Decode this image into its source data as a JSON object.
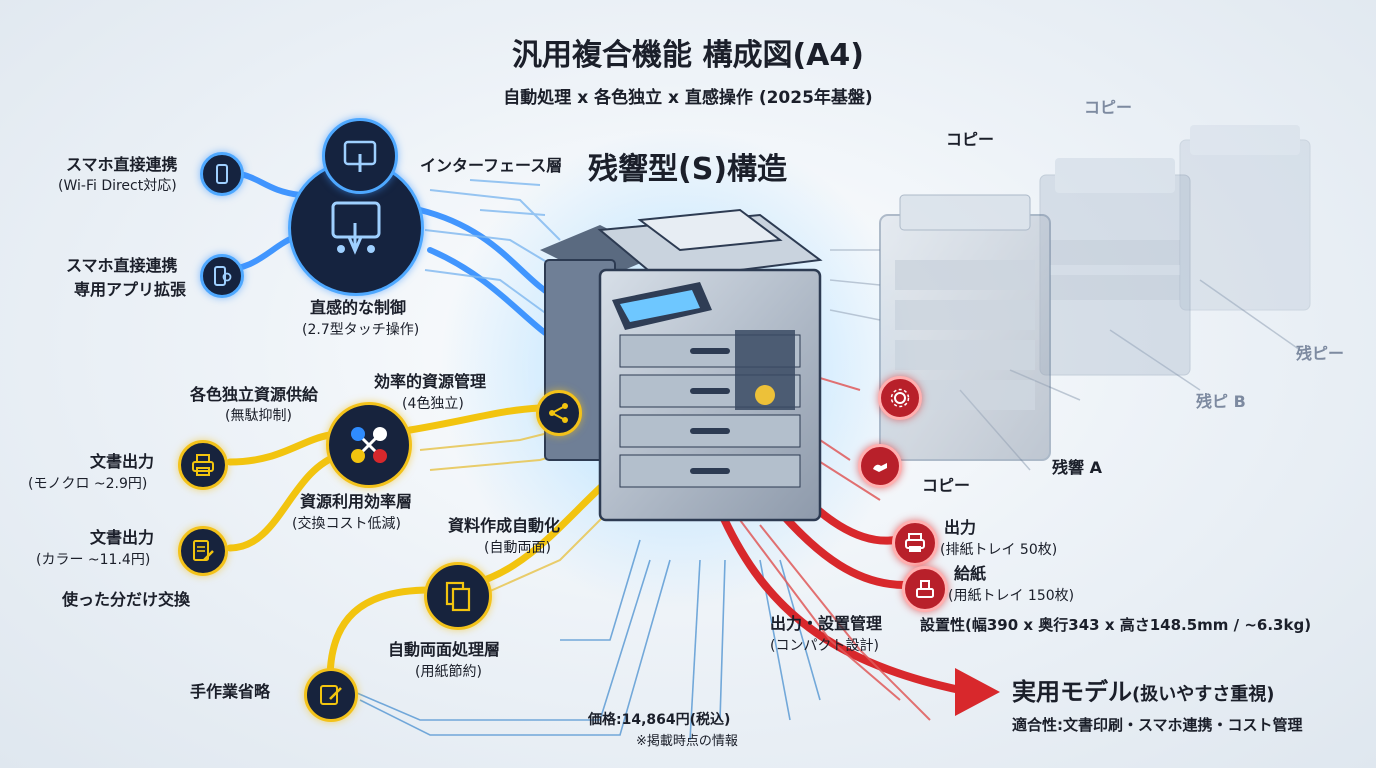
{
  "header": {
    "title": "汎用複合機能 構成図(A4)",
    "subtitle": "自動処理 x 各色独立 x 直感操作 (2025年基盤)",
    "center_title": "残響型(S)構造"
  },
  "interface_layer": {
    "label": "インターフェース層",
    "control_title": "直感的な制御",
    "control_sub": "(2.7型タッチ操作)",
    "smartphone_wifi": {
      "title": "スマホ直接連携",
      "sub": "(Wi-Fi Direct対応)"
    },
    "smartphone_app": {
      "title": "スマホ直接連携",
      "sub": "専用アプリ拡張"
    }
  },
  "resource_layer": {
    "supply_title": "各色独立資源供給",
    "supply_sub": "(無駄抑制)",
    "mgmt_title": "効率的資源管理",
    "mgmt_sub": "(4色独立)",
    "layer_title": "資源利用効率層",
    "layer_sub": "(交換コスト低減)",
    "mono": {
      "title": "文書出力",
      "sub": "(モノクロ ~2.9円)"
    },
    "color": {
      "title": "文書出力",
      "sub": "(カラー ~11.4円)"
    },
    "replace_note": "使った分だけ交換"
  },
  "auto_layer": {
    "auto_title": "資料作成自動化",
    "auto_sub": "(自動両面)",
    "duplex_title": "自動両面処理層",
    "duplex_sub": "(用紙節約)",
    "manual_label": "手作業省略"
  },
  "output_layer": {
    "copy_label": "コピー",
    "output_title": "出力",
    "output_sub": "(排紙トレイ 50枚)",
    "feed_title": "給紙",
    "feed_sub": "(用紙トレイ 150枚)",
    "mgmt_title": "出力・設置管理",
    "mgmt_sub": "(コンパクト設計)",
    "install": "設置性(幅390 x 奥行343 x 高さ148.5mm / ~6.3kg)"
  },
  "echo": {
    "copy_top": "コピー",
    "copy_mid": "コピー",
    "echo_a": "残響 A",
    "echo_b": "残ピ B",
    "echo_p": "残ピー"
  },
  "price": {
    "label": "価格:14,864円(税込)",
    "note": "※掲載時点の情報"
  },
  "model": {
    "title": "実用モデル",
    "paren": "(扱いやすさ重視)",
    "fit": "適合性:文書印刷・スマホ連携・コスト管理"
  },
  "colors": {
    "blue": "#2f8cff",
    "yellow": "#f2c40f",
    "red": "#d8282c",
    "navy": "#15233f"
  },
  "icons": [
    "smartphone-icon",
    "smartphone-gear-icon",
    "touch-panel-icon",
    "printer-icon",
    "document-pen-icon",
    "network-nodes-icon",
    "color-nodes-icon",
    "duplex-pages-icon",
    "edit-icon",
    "gear-icon",
    "hand-icon",
    "printer-out-icon",
    "paper-feed-icon"
  ]
}
